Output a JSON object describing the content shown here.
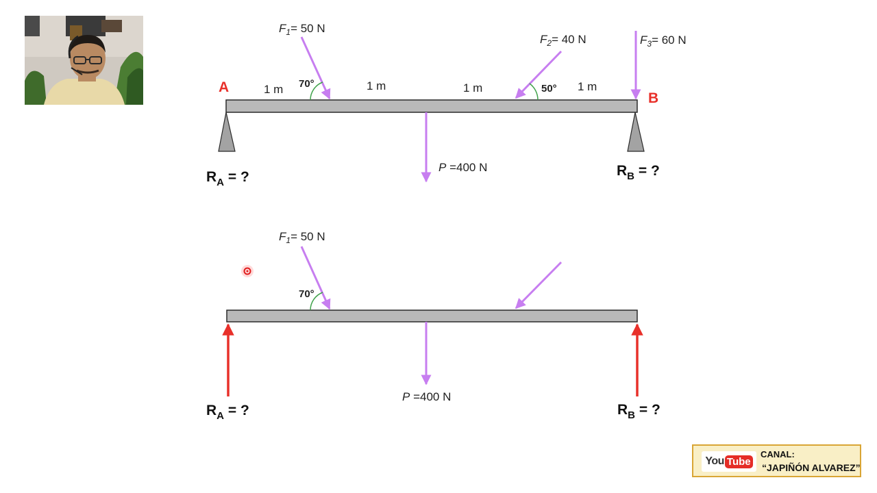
{
  "diagram_top": {
    "point_a": "A",
    "point_b": "B",
    "forces": [
      {
        "symbol": "F",
        "subscript": "1",
        "value": "= 50 N",
        "angle_deg": 70,
        "angle_label": "70°"
      },
      {
        "symbol": "F",
        "subscript": "2",
        "value": "= 40 N",
        "angle_deg": 50,
        "angle_label": "50°"
      },
      {
        "symbol": "F",
        "subscript": "3",
        "value": "= 60 N"
      }
    ],
    "load": {
      "symbol": "P",
      "value": " =400 N"
    },
    "spans": [
      "1 m",
      "1 m",
      "1 m",
      "1 m"
    ],
    "reaction_a": {
      "symbol": "R",
      "subscript": "A",
      "value": " = ?"
    },
    "reaction_b": {
      "symbol": "R",
      "subscript": "B",
      "value": " = ?"
    }
  },
  "diagram_bottom": {
    "force_1": {
      "symbol": "F",
      "subscript": "1",
      "value": "= 50 N",
      "angle_deg": 70,
      "angle_label": "70°"
    },
    "load": {
      "symbol": "P",
      "value": " =400 N"
    },
    "reaction_a": {
      "symbol": "R",
      "subscript": "A",
      "value": " = ?"
    },
    "reaction_b": {
      "symbol": "R",
      "subscript": "B",
      "value": " = ?"
    }
  },
  "channel": {
    "logo_you": "You",
    "logo_tube": "Tube",
    "label": "CANAL:",
    "name": "“JAPIÑÓN ALVAREZ”"
  },
  "colors": {
    "force_arrow": "#c77ef0",
    "reaction_arrow": "#e8302a",
    "beam_fill": "#b9b9b9",
    "support_fill": "#a3a3a3",
    "angle_arc": "#3fa24a",
    "point_label": "#e8302a",
    "badge_bg": "#f9efc6",
    "badge_border": "#d9a535"
  }
}
